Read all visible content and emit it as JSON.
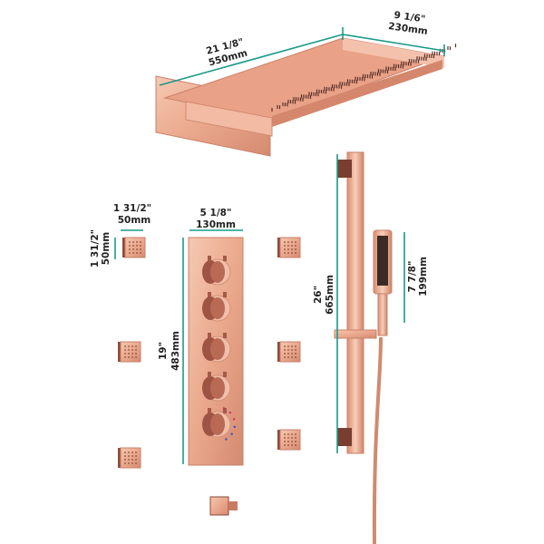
{
  "product": {
    "colors": {
      "metal": "#eeb39a",
      "metal_dark": "#c97b62",
      "metal_shadow": "#8a4a3a",
      "dimension_line": "#1a9a8a"
    },
    "dimensions": {
      "head_length": {
        "imperial": "21 1/8\"",
        "metric": "550mm"
      },
      "head_width": {
        "imperial": "9 1/6\"",
        "metric": "230mm"
      },
      "jet_width": {
        "imperial": "1 31/2\"",
        "metric": "50mm"
      },
      "jet_height": {
        "imperial": "1 31/2\"",
        "metric": "50mm"
      },
      "valve_width": {
        "imperial": "5 1/8\"",
        "metric": "130mm"
      },
      "valve_height": {
        "imperial": "19\"",
        "metric": "483mm"
      },
      "slide_bar_height": {
        "imperial": "26\"",
        "metric": "665mm"
      },
      "hand_shower_length": {
        "imperial": "7 7/8\"",
        "metric": "199mm"
      }
    }
  }
}
